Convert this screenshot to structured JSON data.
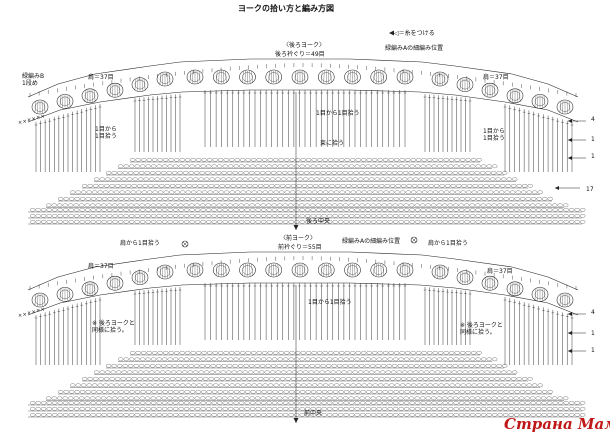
{
  "title": "ヨークの拾い方と編み方図",
  "legend": "◁＝糸をつける",
  "top": {
    "section_label": "〈後ろヨーク〉",
    "center_count": "後ろ衿ぐり＝49目",
    "band_position": "緑編みAの細編み位置",
    "left_band": "緑編みB\n1段め",
    "shoulder_left": "肩＝37目",
    "shoulder_right": "肩＝37目",
    "pickup_left": "1目から\n1目拾う",
    "pickup_right": "1目から\n1目拾う",
    "pickup_center": "1目から1目拾う",
    "bundle_pickup": "束に拾う",
    "center_mark": "後ろ中央",
    "row_numbers": [
      "4",
      "1",
      "1"
    ],
    "row_17": "17"
  },
  "bottom": {
    "section_label": "〈前ヨーク〉",
    "center_count": "前衿ぐり＝55目",
    "band_position": "緑編みAの細編み位置",
    "shoulder_note_left": "肩から1目拾う",
    "shoulder_note_right": "肩から1目拾う",
    "shoulder_left": "肩＝37目",
    "shoulder_right": "肩＝37目",
    "pickup_center": "1目から1目拾う",
    "same_note_left": "※ 後ろヨークと\n同様に拾う。",
    "same_note_right": "※ 後ろヨークと\n同様に拾う。",
    "center_mark": "前中央",
    "row_numbers": [
      "4",
      "1",
      "1"
    ]
  },
  "watermark": "Страна Мам"
}
